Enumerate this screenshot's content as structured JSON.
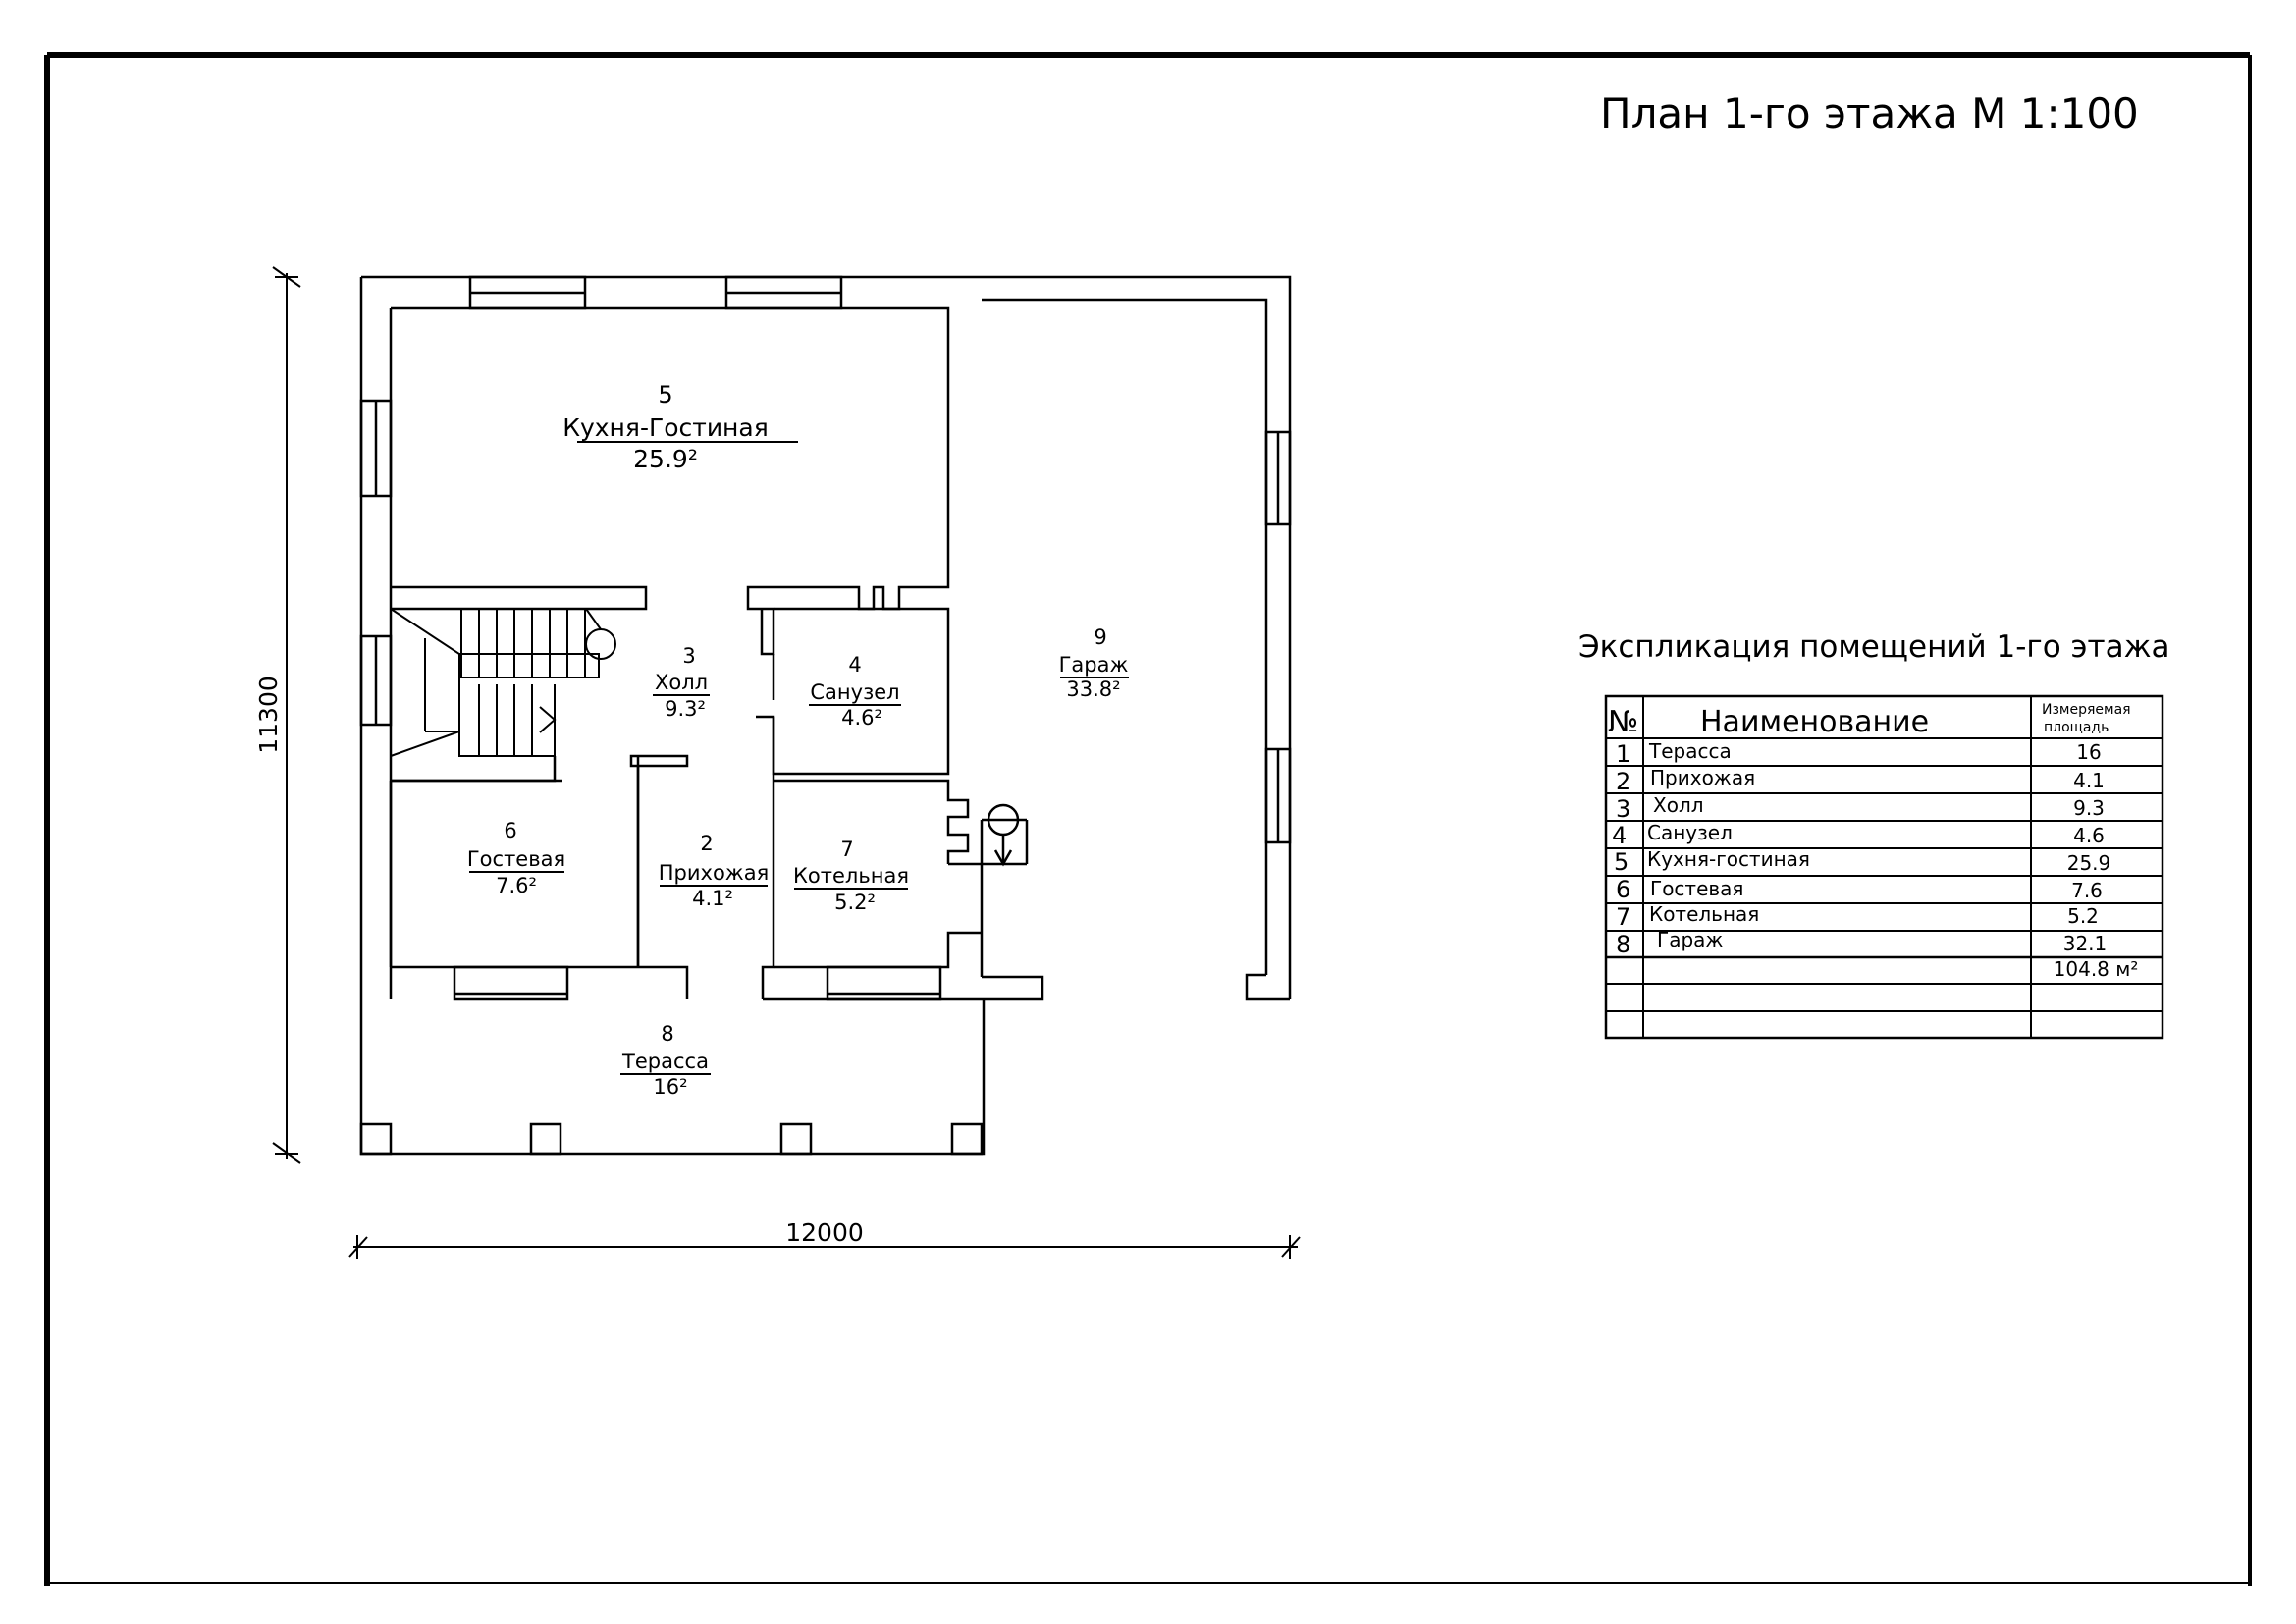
{
  "title": "План 1-го этажа М 1:100",
  "dimensions": {
    "height": "11300",
    "width": "12000"
  },
  "rooms": [
    {
      "num": "5",
      "name": "Кухня-Гостиная",
      "area": "25.9²"
    },
    {
      "num": "3",
      "name": "Холл",
      "area": "9.3²"
    },
    {
      "num": "4",
      "name": "Санузел",
      "area": "4.6²"
    },
    {
      "num": "9",
      "name": "Гараж",
      "area": "33.8²"
    },
    {
      "num": "6",
      "name": "Гостевая",
      "area": "7.6²"
    },
    {
      "num": "2",
      "name": "Прихожая",
      "area": "4.1²"
    },
    {
      "num": "7",
      "name": "Котельная",
      "area": "5.2²"
    },
    {
      "num": "8",
      "name": "Терасса",
      "area": "16²"
    }
  ],
  "explication": {
    "title": "Экспликация помещений 1-го этажа",
    "headers": {
      "num": "№",
      "name": "Наименование",
      "area_line1": "Измеряемая",
      "area_line2": "площадь"
    },
    "rows": [
      {
        "num": "1",
        "name": "Терасса",
        "area": "16"
      },
      {
        "num": "2",
        "name": "Прихожая",
        "area": "4.1"
      },
      {
        "num": "3",
        "name": "Холл",
        "area": "9.3"
      },
      {
        "num": "4",
        "name": "Санузел",
        "area": "4.6"
      },
      {
        "num": "5",
        "name": "Кухня-гостиная",
        "area": "25.9"
      },
      {
        "num": "6",
        "name": "Гостевая",
        "area": "7.6"
      },
      {
        "num": "7",
        "name": "Котельная",
        "area": "5.2"
      },
      {
        "num": "8",
        "name": "Гараж",
        "area": "32.1"
      }
    ],
    "total": "104.8 м²"
  }
}
